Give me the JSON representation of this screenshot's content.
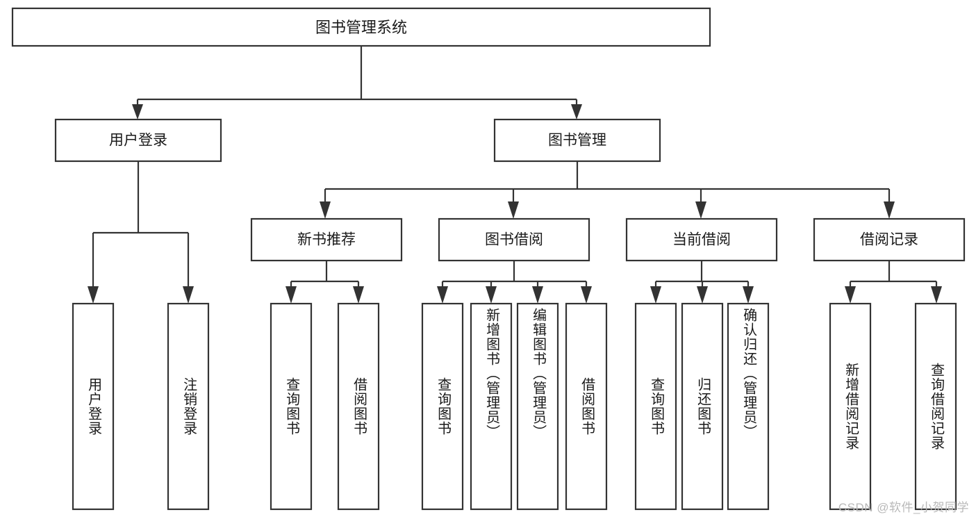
{
  "diagram": {
    "type": "tree-hierarchy",
    "title": "图书管理系统",
    "colors": {
      "box_fill": "#ffffff",
      "box_stroke": "#333333",
      "text": "#1a1a1a",
      "background": "#ffffff",
      "watermark": "#b9b9b9"
    },
    "root": {
      "label": "图书管理系统"
    },
    "level2": [
      {
        "label": "用户登录"
      },
      {
        "label": "图书管理"
      }
    ],
    "level3": [
      {
        "label": "新书推荐"
      },
      {
        "label": "图书借阅"
      },
      {
        "label": "当前借阅"
      },
      {
        "label": "借阅记录"
      }
    ],
    "leaves": {
      "user_login": [
        {
          "label": "用户登录"
        },
        {
          "label": "注销登录"
        }
      ],
      "new_book_recommend": [
        {
          "label": "查询图书"
        },
        {
          "label": "借阅图书"
        }
      ],
      "book_borrow": [
        {
          "label": "查询图书"
        },
        {
          "label": "新增图书（管理员）"
        },
        {
          "label": "编辑图书（管理员）"
        },
        {
          "label": "借阅图书"
        }
      ],
      "current_borrow": [
        {
          "label": "查询图书"
        },
        {
          "label": "归还图书"
        },
        {
          "label": "确认归还（管理员）"
        }
      ],
      "borrow_record": [
        {
          "label": "新增借阅记录"
        },
        {
          "label": "查询借阅记录"
        }
      ]
    }
  },
  "watermark": {
    "text": "CSDN @软件_小贺同学"
  }
}
